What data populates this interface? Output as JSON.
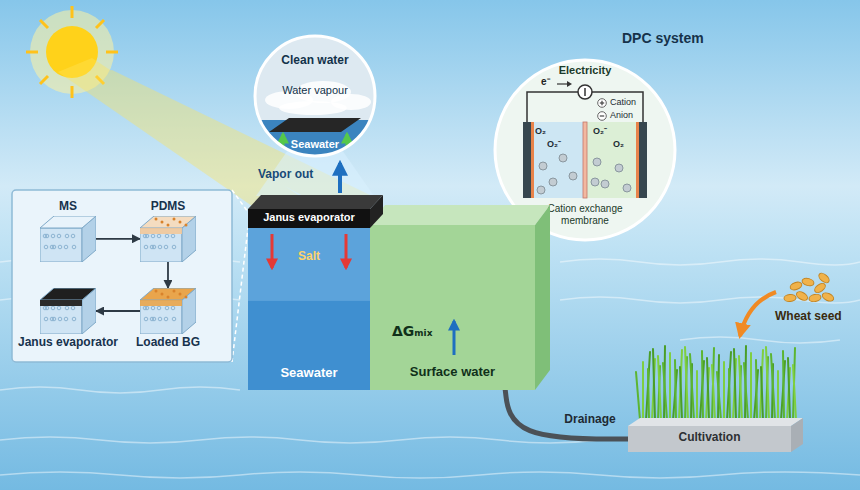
{
  "diagram": {
    "nodes": [
      {
        "text": [
          "Clean water",
          "Water vapour",
          "Seawater"
        ]
      },
      {
        "text": [
          "Electricity",
          "Cation exchange membrane"
        ]
      },
      {
        "text": [
          "MS"
        ]
      },
      {
        "text": [
          "PDMS"
        ]
      },
      {
        "text": [
          "Loaded BG"
        ]
      },
      {
        "text": [
          "Janus evaporator"
        ]
      },
      {
        "text": [
          "Janus evaporator"
        ]
      },
      {
        "text": [
          "Salt",
          "Seawater"
        ]
      },
      {
        "text": [
          "ΔGₘᵢₓ",
          "Surface water"
        ]
      },
      {
        "text": [
          "Cultivation"
        ]
      }
    ],
    "edges": [
      {
        "from": 2,
        "to": 3,
        "arrow": "to"
      },
      {
        "from": 3,
        "to": 4,
        "arrow": "to"
      },
      {
        "from": 4,
        "to": 5,
        "arrow": "to"
      },
      {
        "from": 8,
        "to": 9,
        "label": "Drainage",
        "arrow": "none"
      }
    ],
    "labels": [
      "DPC system",
      "Vapor out",
      "e⁻",
      "O₂",
      "O₂⁻",
      "O₂⁻",
      "O₂",
      "Wheat seed"
    ],
    "legend": [
      {
        "text": "Cation"
      },
      {
        "text": "Anion"
      }
    ]
  }
}
